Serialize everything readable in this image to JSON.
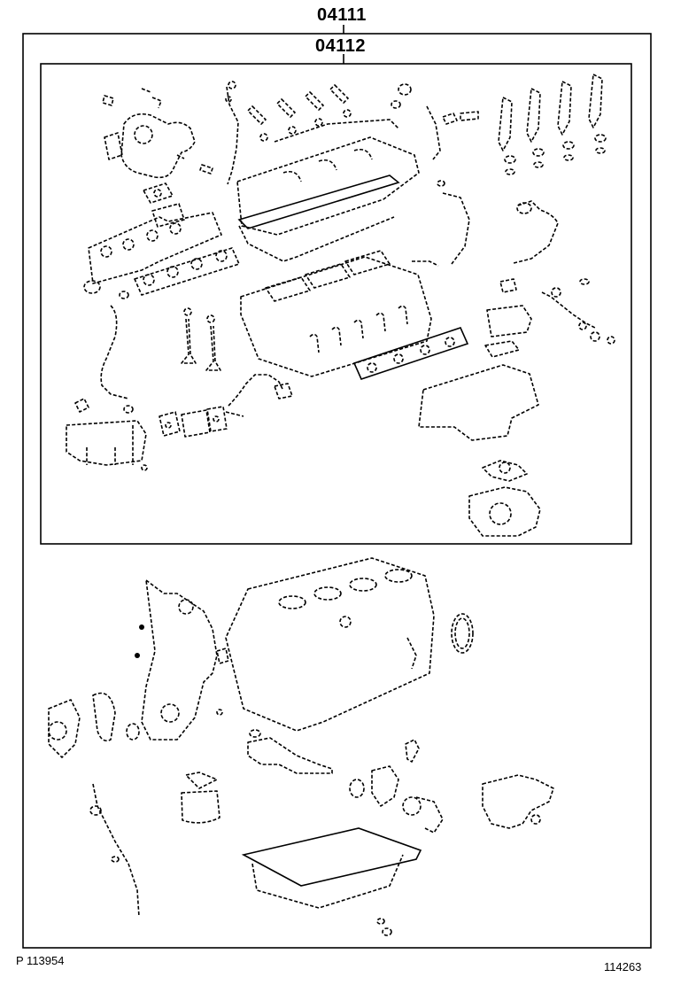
{
  "diagram": {
    "outer_part_number": "04111",
    "inner_part_number": "04112",
    "footer_left": "P  113954",
    "footer_right": "114263"
  },
  "colors": {
    "line": "#000000",
    "background": "#ffffff"
  }
}
